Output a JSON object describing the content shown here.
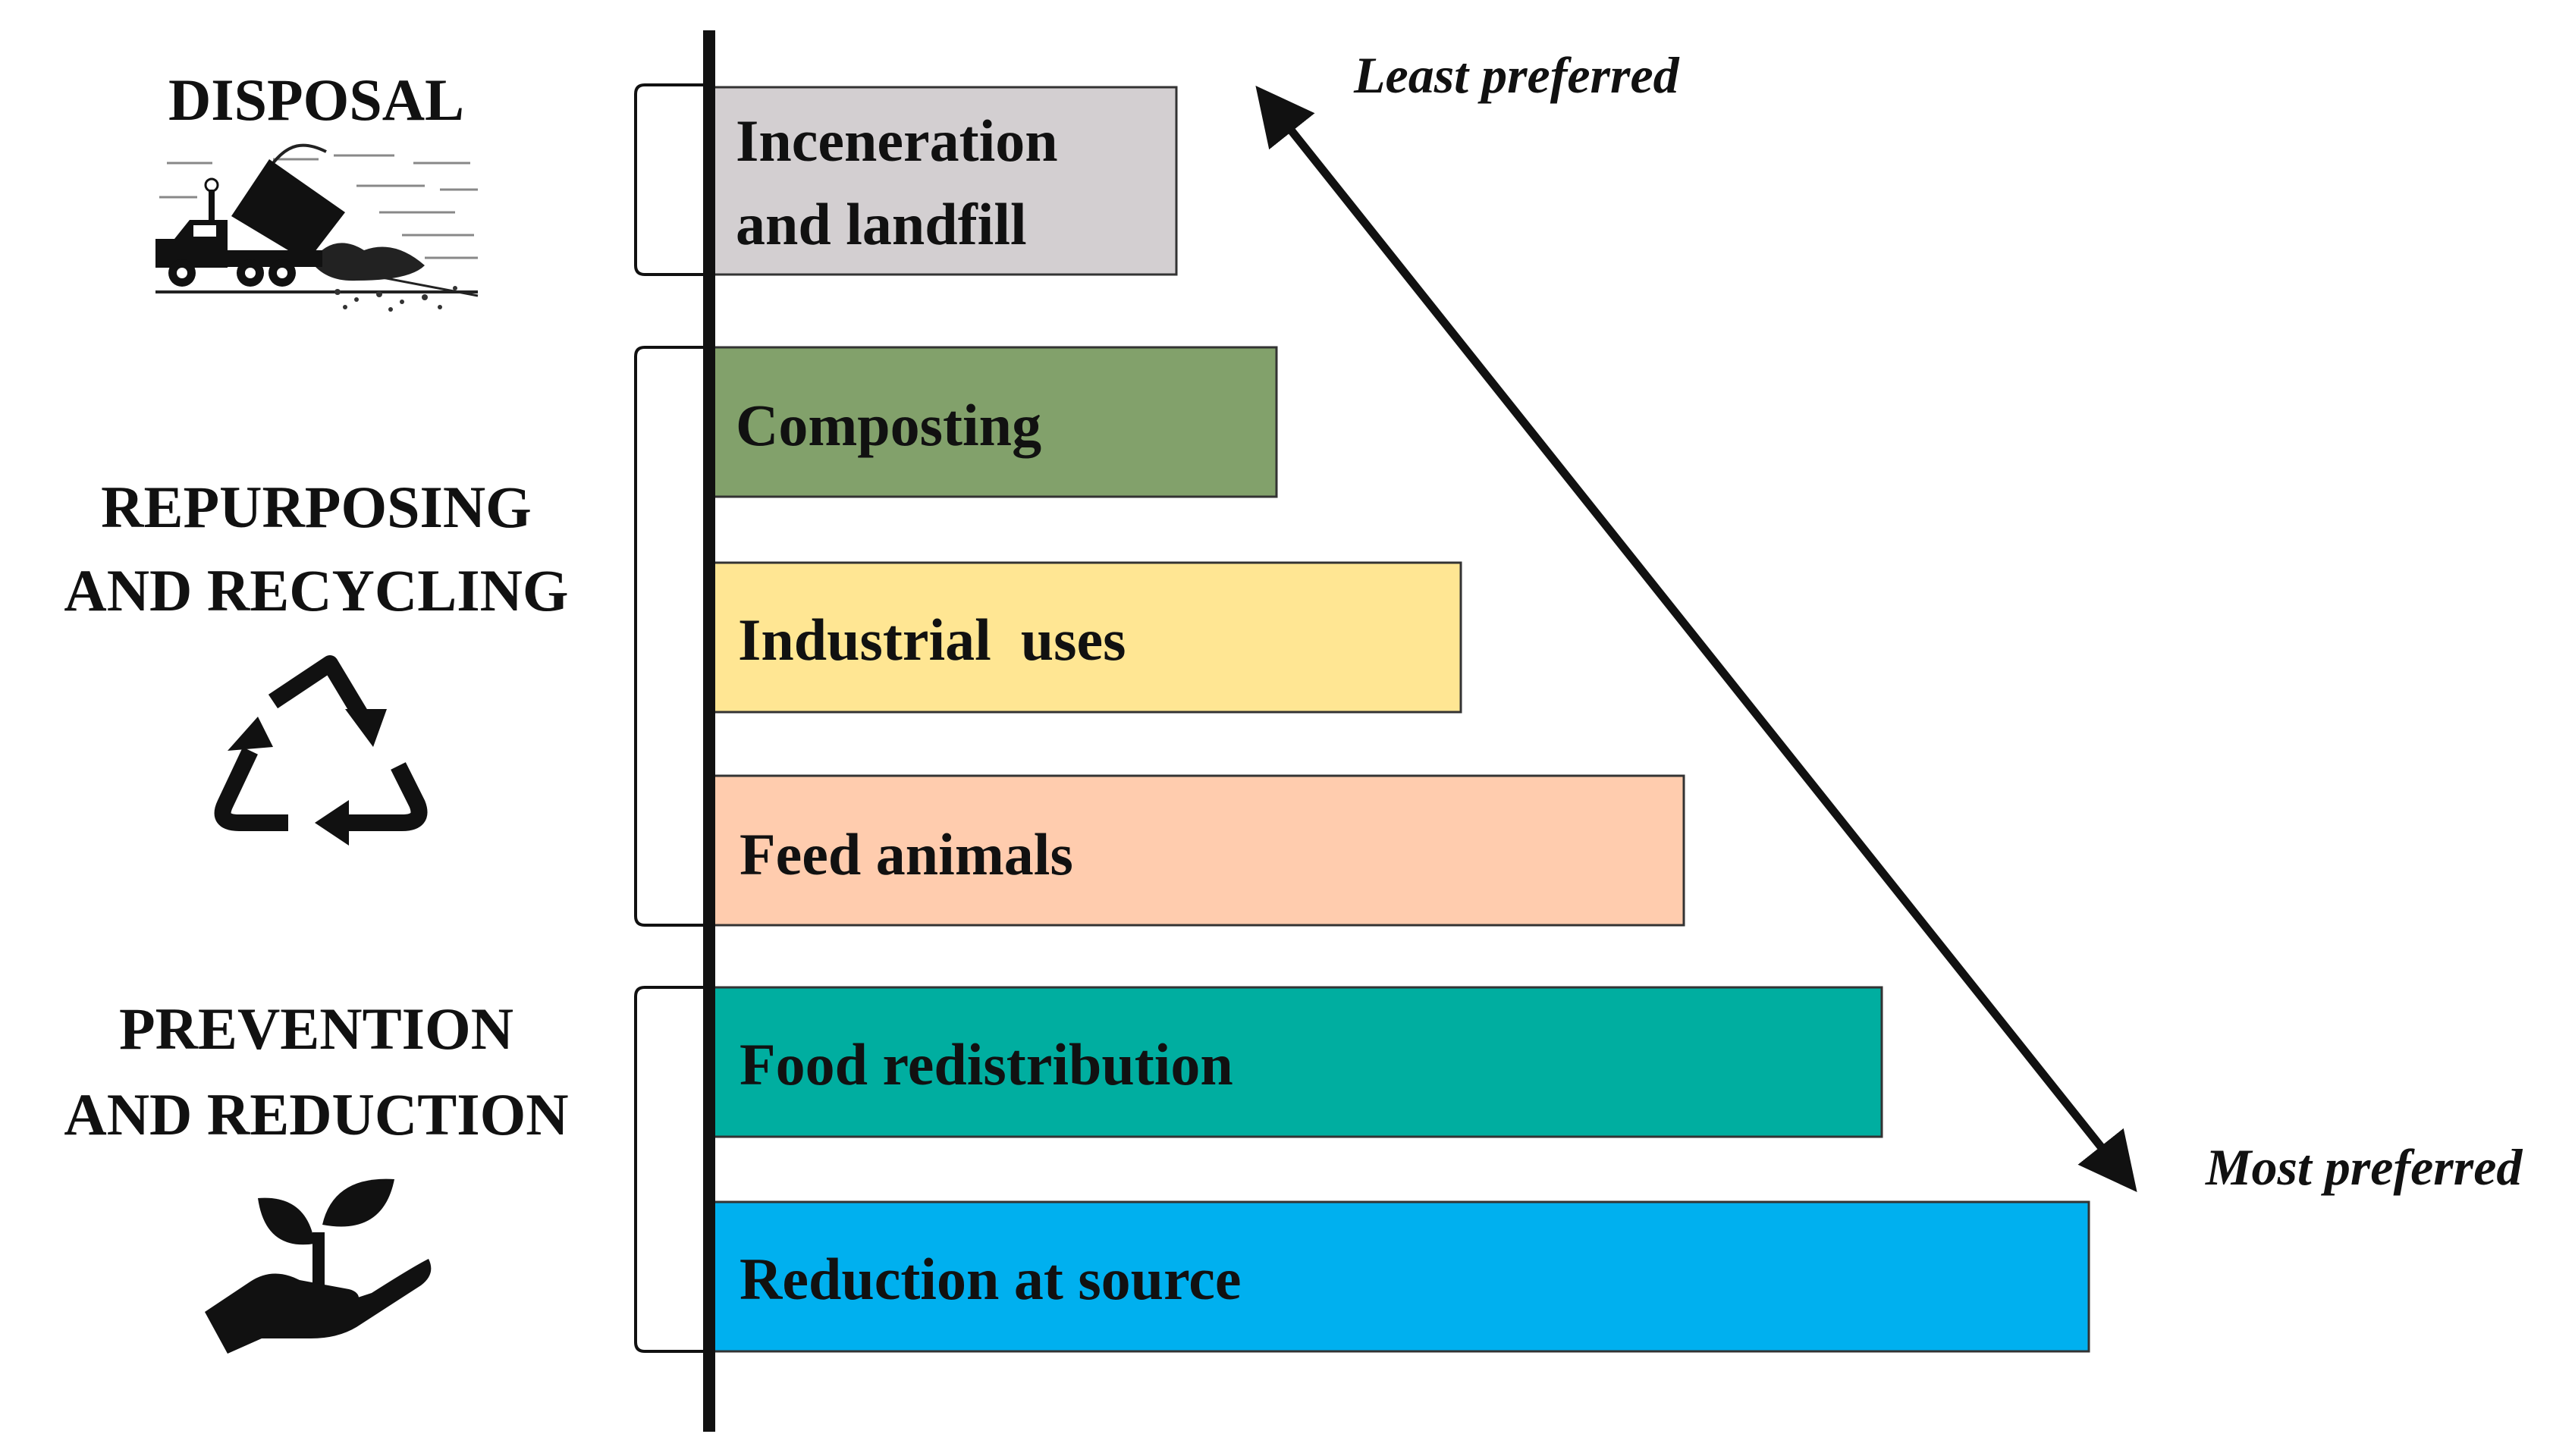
{
  "categories": {
    "disposal": "DISPOSAL",
    "repurposing_line1": "REPURPOSING",
    "repurposing_line2": "AND RECYCLING",
    "prevention_line1": "PREVENTION",
    "prevention_line2": "AND REDUCTION"
  },
  "bars": [
    {
      "line1": "Inceneration",
      "line2": "and landfill",
      "color": "#D3CFD1"
    },
    {
      "label": "Composting",
      "color": "#82A16B"
    },
    {
      "label": "Industrial  uses",
      "color": "#FFE693"
    },
    {
      "label": "Feed animals",
      "color": "#FFCCAE"
    },
    {
      "label": "Food redistribution",
      "color": "#00AEA0"
    },
    {
      "label": "Reduction at source",
      "color": "#00B0EF"
    }
  ],
  "preference": {
    "least": "Least preferred",
    "most": "Most preferred"
  },
  "icons": [
    "dump-truck-icon",
    "recycle-icon",
    "plant-in-hand-icon"
  ]
}
